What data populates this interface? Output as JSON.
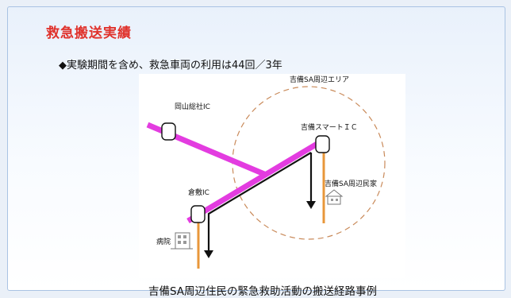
{
  "title": "救急搬送実績",
  "bullet": "◆実験期間を含め、救急車両の利用は44回／3年",
  "diagram": {
    "area_label": "吉備SA周辺エリア",
    "ic_okayama": "岡山総社IC",
    "ic_smart": "吉備スマートＩＣ",
    "ic_kurashiki": "倉敷IC",
    "residents_label": "吉備SA周辺民家",
    "hospital_label": "病院",
    "colors": {
      "expressway": "#e33ce0",
      "access_road": "#e8973a",
      "route_arrow": "#111111",
      "area_circle": "#c98a5a"
    }
  },
  "caption": "吉備SA周辺住民の緊急救助活動の搬送経路事例"
}
